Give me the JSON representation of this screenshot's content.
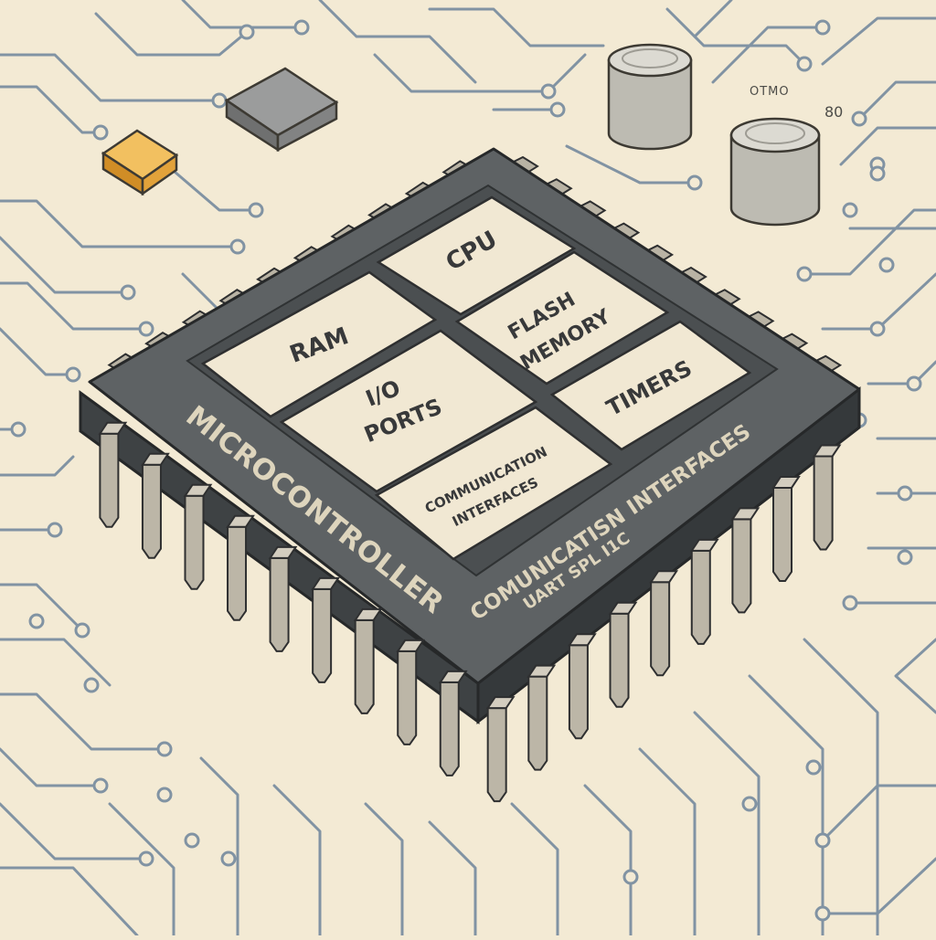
{
  "colors": {
    "background": "#f3ead4",
    "trace": "#8193a3",
    "chip_body": "#5d6163",
    "chip_top": "#4d5153",
    "chip_side": "#3c4042",
    "block_fill": "#f1e8d3",
    "label_ink": "#38393a",
    "chip_print": "#ded5bd",
    "pin": "#bcb6a7",
    "smd_orange": "#e4a53c",
    "smd_gray": "#8f9091",
    "capacitor": "#c5c4bc"
  },
  "chip": {
    "title": "MICROCONTROLLER",
    "edge_label": "COMUNICATISN INTERFACES",
    "edge_sublabel": "UART SPL I1C"
  },
  "blocks": {
    "cpu": "CPU",
    "ram": "RAM",
    "flash_line1": "FLASH",
    "flash_line2": "MEMORY",
    "io_line1": "I/O",
    "io_line2": "PORTS",
    "timers": "TIMERS",
    "comm_line1": "COMMUNICATION",
    "comm_line2": "INTERFACES"
  },
  "board_marks": {
    "mark_a": "OTMO",
    "mark_b": "80"
  },
  "icons": [
    "microcontroller-chip-icon",
    "capacitor-icon",
    "smd-component-icon"
  ]
}
